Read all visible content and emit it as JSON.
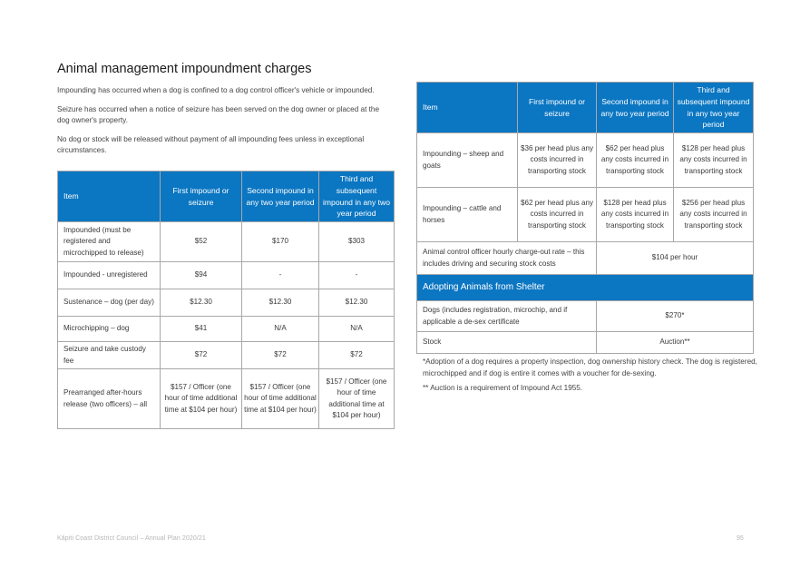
{
  "title": "Animal management impoundment charges",
  "paragraphs": [
    "Impounding has occurred when a dog is confined to a dog control officer's vehicle or impounded.",
    "Seizure has occurred when a notice of seizure has been served on the dog owner or placed at the dog owner's property.",
    "No dog or stock will be released without payment of all impounding fees unless in exceptional circumstances."
  ],
  "dog_table": {
    "headers": [
      "Item",
      "First impound or seizure",
      "Second impound in any two year period",
      "Third and subsequent impound in any two year period"
    ],
    "rows": [
      [
        "Impounded (must be registered and microchipped to release)",
        "$52",
        "$170",
        "$303"
      ],
      [
        "Impounded - unregistered",
        "$94",
        "-",
        "-"
      ],
      [
        "Sustenance – dog (per day)",
        "$12.30",
        "$12.30",
        "$12.30"
      ],
      [
        "Microchipping – dog",
        "$41",
        "N/A",
        "N/A"
      ],
      [
        "Seizure and take custody fee",
        "$72",
        "$72",
        "$72"
      ],
      [
        "Prearranged after-hours release (two officers) – all",
        "$157 / Officer (one hour of time additional time at $104 per hour)",
        "$157 / Officer (one hour of time additional time at $104 per hour)",
        "$157 / Officer (one hour of time additional time at $104 per hour)"
      ]
    ]
  },
  "stock_table": {
    "headers": [
      "Item",
      "First impound or seizure",
      "Second impound in any two year period",
      "Third and subsequent impound in any two year period"
    ],
    "rows": [
      [
        "Impounding – sheep and goats",
        "$36 per head plus any costs incurred in transporting stock",
        "$62 per head plus any costs incurred in transporting stock",
        "$128 per head plus any costs incurred in transporting stock"
      ],
      [
        "Impounding – cattle and horses",
        "$62 per head plus any costs incurred in transporting stock",
        "$128 per head plus any costs incurred in transporting stock",
        "$256 per head plus any costs incurred in transporting stock"
      ]
    ],
    "officer_rate": {
      "label": "Animal control officer hourly charge-out rate – this includes driving and securing stock costs",
      "value": "$104 per hour"
    },
    "adopt_title": "Adopting Animals from Shelter",
    "adopt_rows": [
      [
        "Dogs (includes registration, microchip, and if applicable a de-sex certificate",
        "$270*"
      ],
      [
        "Stock",
        "Auction**"
      ]
    ]
  },
  "notes": [
    "*Adoption of a dog requires a property inspection, dog ownership history check. The dog is registered, microchipped and if dog is entire it comes with a voucher for de-sexing.",
    "** Auction is a requirement of Impound Act 1955."
  ],
  "footer": {
    "left": "Kāpiti Coast District Council – Annual Plan 2020/21",
    "page_number": "95"
  },
  "colors": {
    "header_blue": "#0b76c2"
  }
}
